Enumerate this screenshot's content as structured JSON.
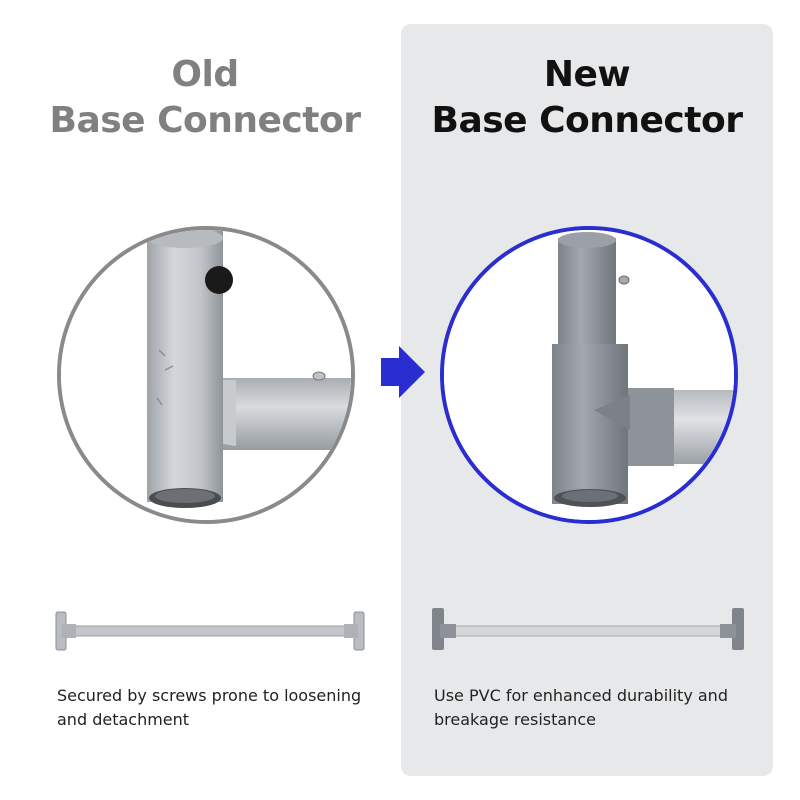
{
  "old": {
    "title_line1": "Old",
    "title_line2": "Base Connector",
    "description": "Secured by screws prone to loosening and detachment"
  },
  "new": {
    "title_line1": "New",
    "title_line2": "Base Connector",
    "description": "Use PVC for enhanced durability and breakage resistance"
  },
  "colors": {
    "accent": "#2a2ed0",
    "old_title": "#808080",
    "new_panel": "#e7e8ea"
  }
}
